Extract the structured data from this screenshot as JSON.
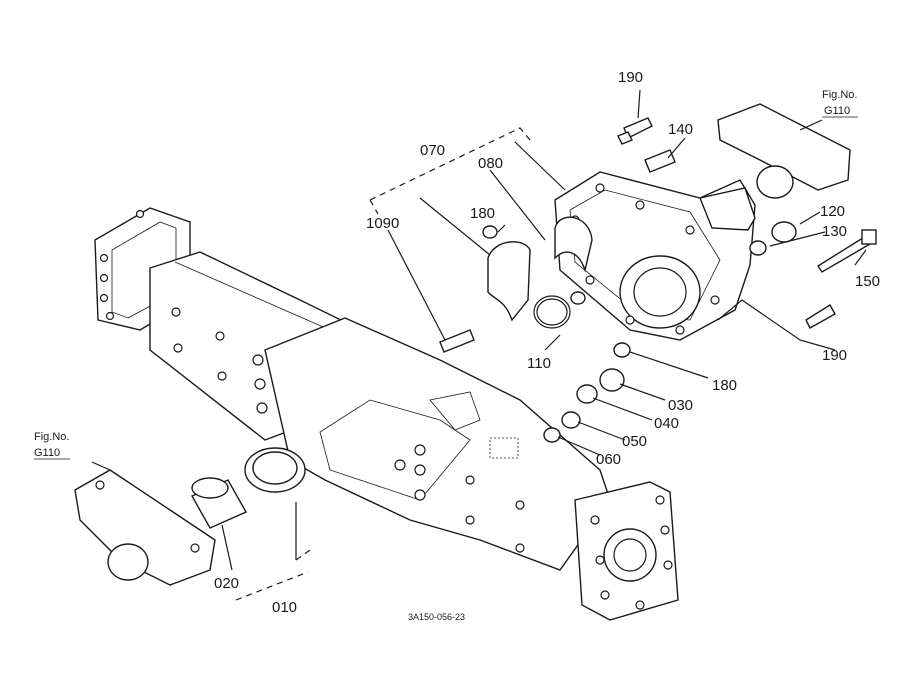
{
  "part_labels": {
    "p190a": "190",
    "p140": "140",
    "p070": "070",
    "p080": "080",
    "p180a": "180",
    "p1090": "1090",
    "p120": "120",
    "p130": "130",
    "p150": "150",
    "p110": "110",
    "p190b": "190",
    "p180b": "180",
    "p030": "030",
    "p040": "040",
    "p050": "050",
    "p060": "060",
    "p020": "020",
    "p010": "010"
  },
  "fig_refs": {
    "top_right": {
      "line1": "Fig.No.",
      "line2": "G110"
    },
    "left": {
      "line1": "Fig.No.",
      "line2": "G110"
    }
  },
  "diagram_code": "3A150-056-23"
}
